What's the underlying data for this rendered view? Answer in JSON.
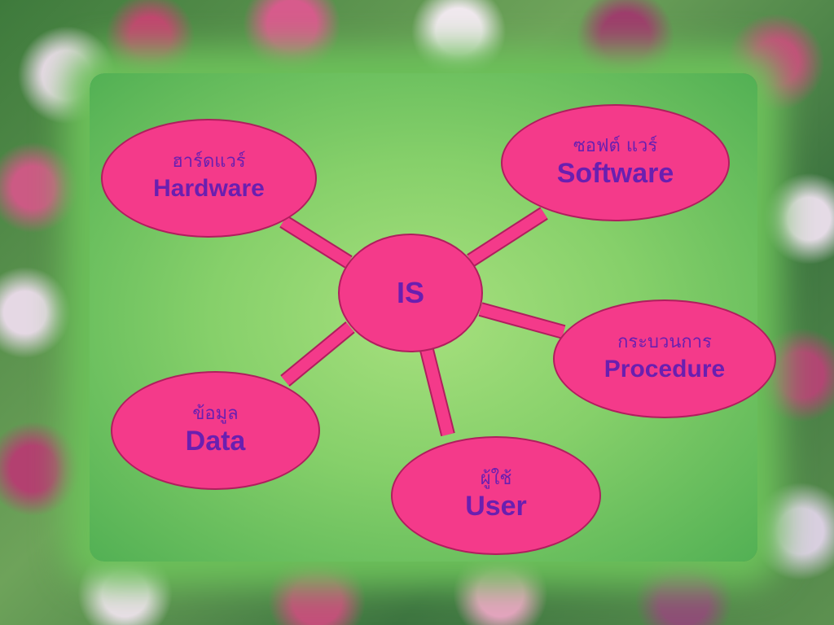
{
  "diagram": {
    "center": {
      "label": "IS"
    },
    "nodes": [
      {
        "id": "hardware",
        "thai": "ฮาร์ดแวร์",
        "english": "Hardware"
      },
      {
        "id": "software",
        "thai": "ซอฟต์ แวร์",
        "english": "Software"
      },
      {
        "id": "procedure",
        "thai": "กระบวนการ",
        "english": "Procedure"
      },
      {
        "id": "data",
        "thai": "ข้อมูล",
        "english": "Data"
      },
      {
        "id": "user",
        "thai": "ผู้ใช้",
        "english": "User"
      }
    ]
  },
  "colors": {
    "node_fill": "#f43a8a",
    "node_border": "#b01e5e",
    "text": "#6a1fb0",
    "field_green": "#86d06a"
  }
}
